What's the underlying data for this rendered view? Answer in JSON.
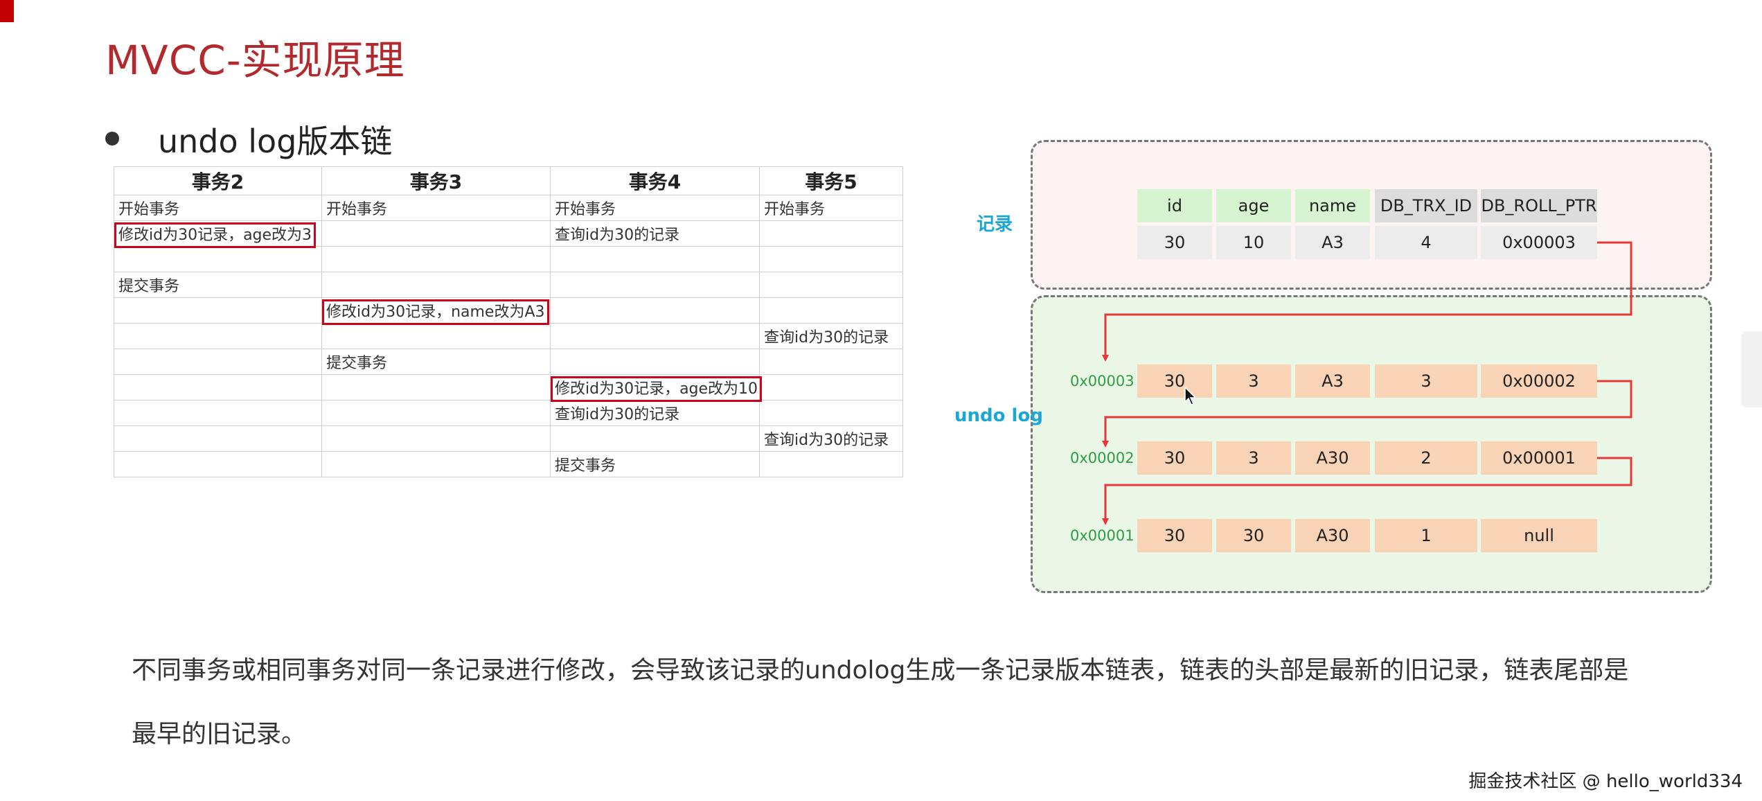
{
  "title": "MVCC-实现原理",
  "subtitle": "undo log版本链",
  "table": {
    "headers": [
      "事务2",
      "事务3",
      "事务4",
      "事务5"
    ],
    "rows": [
      [
        "开始事务",
        "开始事务",
        "开始事务",
        "开始事务"
      ],
      [
        "修改id为30记录，age改为3",
        "",
        "查询id为30的记录",
        ""
      ],
      [
        "",
        "",
        "",
        ""
      ],
      [
        "提交事务",
        "",
        "",
        ""
      ],
      [
        "",
        "修改id为30记录，name改为A3",
        "",
        ""
      ],
      [
        "",
        "",
        "",
        "查询id为30的记录"
      ],
      [
        "",
        "提交事务",
        "",
        ""
      ],
      [
        "",
        "",
        "修改id为30记录，age改为10",
        ""
      ],
      [
        "",
        "",
        "查询id为30的记录",
        ""
      ],
      [
        "",
        "",
        "",
        "查询id为30的记录"
      ],
      [
        "",
        "",
        "提交事务",
        ""
      ]
    ]
  },
  "diagram": {
    "record_label": "记录",
    "undo_label": "undo log",
    "columns": [
      "id",
      "age",
      "name",
      "DB_TRX_ID",
      "DB_ROLL_PTR"
    ],
    "record": [
      "30",
      "10",
      "A3",
      "4",
      "0x00003"
    ],
    "undo_rows": [
      {
        "addr": "0x00003",
        "values": [
          "30",
          "3",
          "A3",
          "3",
          "0x00002"
        ]
      },
      {
        "addr": "0x00002",
        "values": [
          "30",
          "3",
          "A30",
          "2",
          "0x00001"
        ]
      },
      {
        "addr": "0x00001",
        "values": [
          "30",
          "30",
          "A30",
          "1",
          "null"
        ]
      }
    ]
  },
  "description": {
    "line1": "不同事务或相同事务对同一条记录进行修改，会导致该记录的undolog生成一条记录版本链表，链表的头部是最新的旧记录，链表尾部是",
    "line2": "最早的旧记录。"
  },
  "watermark": "掘金技术社区 @ hello_world334",
  "colors": {
    "title": "#b2292e",
    "highlight_border": "#d0021b",
    "arrow": "#e53935",
    "label_blue": "#1aa7d6",
    "addr_green": "#2e9d42"
  }
}
